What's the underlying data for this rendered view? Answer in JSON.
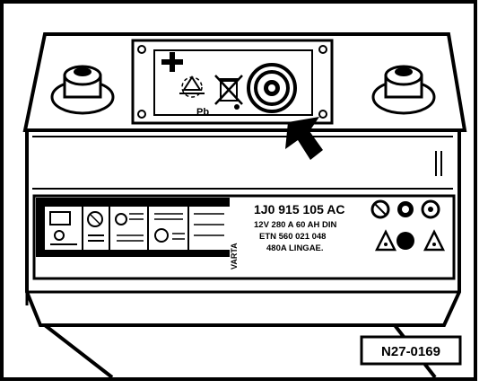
{
  "battery_label": {
    "part_number": "1J0 915 105 AC",
    "spec_line": "12V 280 A 60 AH DIN",
    "etn_line": "ETN 560 021 048",
    "current_line": "480A LINGAE.",
    "side_text": "VARTA"
  },
  "lid": {
    "lead_symbol": "Pb"
  },
  "figure_code": "N27-0169"
}
